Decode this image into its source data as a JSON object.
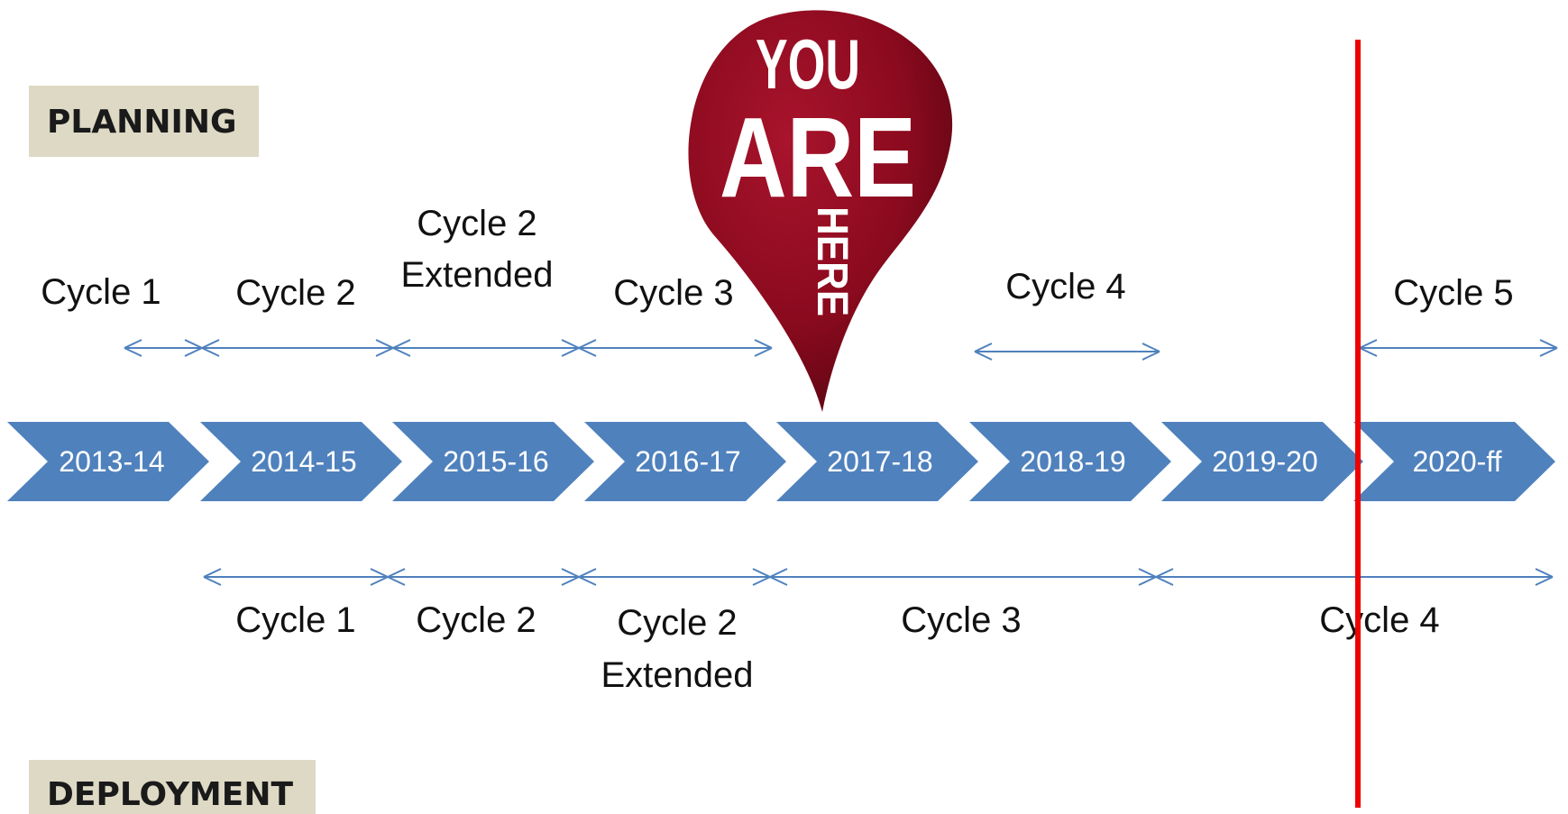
{
  "sections": {
    "planning": "PLANNING",
    "deployment": "DEPLOYMENT"
  },
  "years": [
    "2013-14",
    "2014-15",
    "2015-16",
    "2016-17",
    "2017-18",
    "2018-19",
    "2019-20",
    "2020-ff"
  ],
  "planning_cycles": [
    {
      "lines": [
        "Cycle 1"
      ]
    },
    {
      "lines": [
        "Cycle 2"
      ]
    },
    {
      "lines": [
        "Cycle 2",
        "Extended"
      ]
    },
    {
      "lines": [
        "Cycle 3"
      ]
    },
    {
      "lines": [
        "Cycle 4"
      ]
    },
    {
      "lines": [
        "Cycle 5"
      ]
    }
  ],
  "deployment_cycles": [
    {
      "lines": [
        "Cycle 1"
      ]
    },
    {
      "lines": [
        "Cycle 2"
      ]
    },
    {
      "lines": [
        "Cycle 2",
        "Extended"
      ]
    },
    {
      "lines": [
        "Cycle 3"
      ]
    },
    {
      "lines": [
        "Cycle 4"
      ]
    }
  ],
  "pin": {
    "line1": "YOU",
    "line2": "ARE",
    "line3": "HERE"
  },
  "colors": {
    "chevron": "#4f81bd",
    "arrow": "#4f81bd",
    "pin": "#8b0a1e",
    "marker": "#ee0000",
    "label_bg": "#ddd9c4"
  }
}
